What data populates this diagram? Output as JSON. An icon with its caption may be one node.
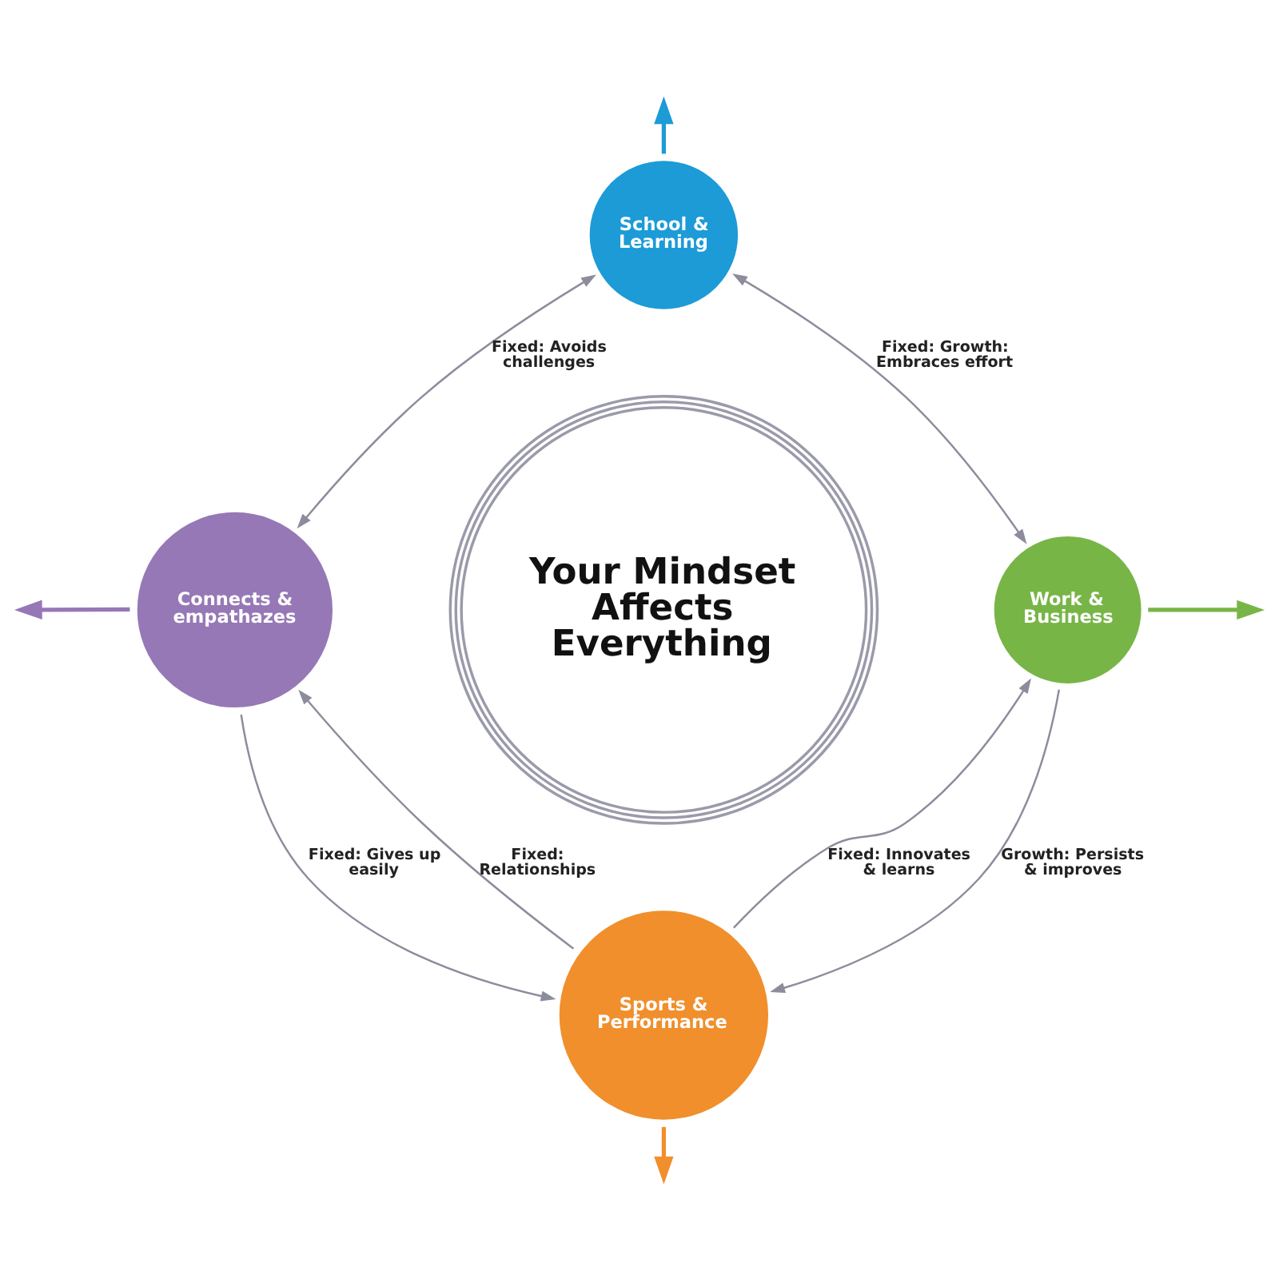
{
  "diagram": {
    "nodes": [
      {
        "text": [
          "School & Learning"
        ]
      },
      {
        "text": [
          "Connects & empathazes"
        ]
      },
      {
        "text": [
          "Your Mindset Affects Everything"
        ]
      },
      {
        "text": [
          "Work & Business"
        ]
      },
      {
        "text": [
          "Sports & Performance"
        ]
      }
    ],
    "edges": [
      {
        "from": 1,
        "to": 0,
        "arrow": "both",
        "label": "Fixed: Avoids challenges"
      },
      {
        "from": 0,
        "to": 3,
        "arrow": "both",
        "label": "Fixed: Growth: Embraces effort"
      },
      {
        "from": 4,
        "to": 3,
        "arrow": "to",
        "label": "Fixed: Innovates & learns"
      },
      {
        "from": 3,
        "to": 4,
        "arrow": "to",
        "label": "Growth: Persists & improves"
      },
      {
        "from": 4,
        "to": 1,
        "arrow": "to",
        "label": "Fixed: Relationships"
      },
      {
        "from": 1,
        "to": 4,
        "arrow": "to",
        "label": "Fixed: Gives up easily"
      },
      {
        "from": 0,
        "to": null,
        "arrow": "to",
        "color": "#1c9bd7"
      },
      {
        "from": 3,
        "to": null,
        "arrow": "to",
        "color": "#78b547"
      },
      {
        "from": 4,
        "to": null,
        "arrow": "to",
        "color": "#f08f2c"
      },
      {
        "from": 1,
        "to": null,
        "arrow": "to",
        "color": "#9678b6"
      }
    ]
  }
}
